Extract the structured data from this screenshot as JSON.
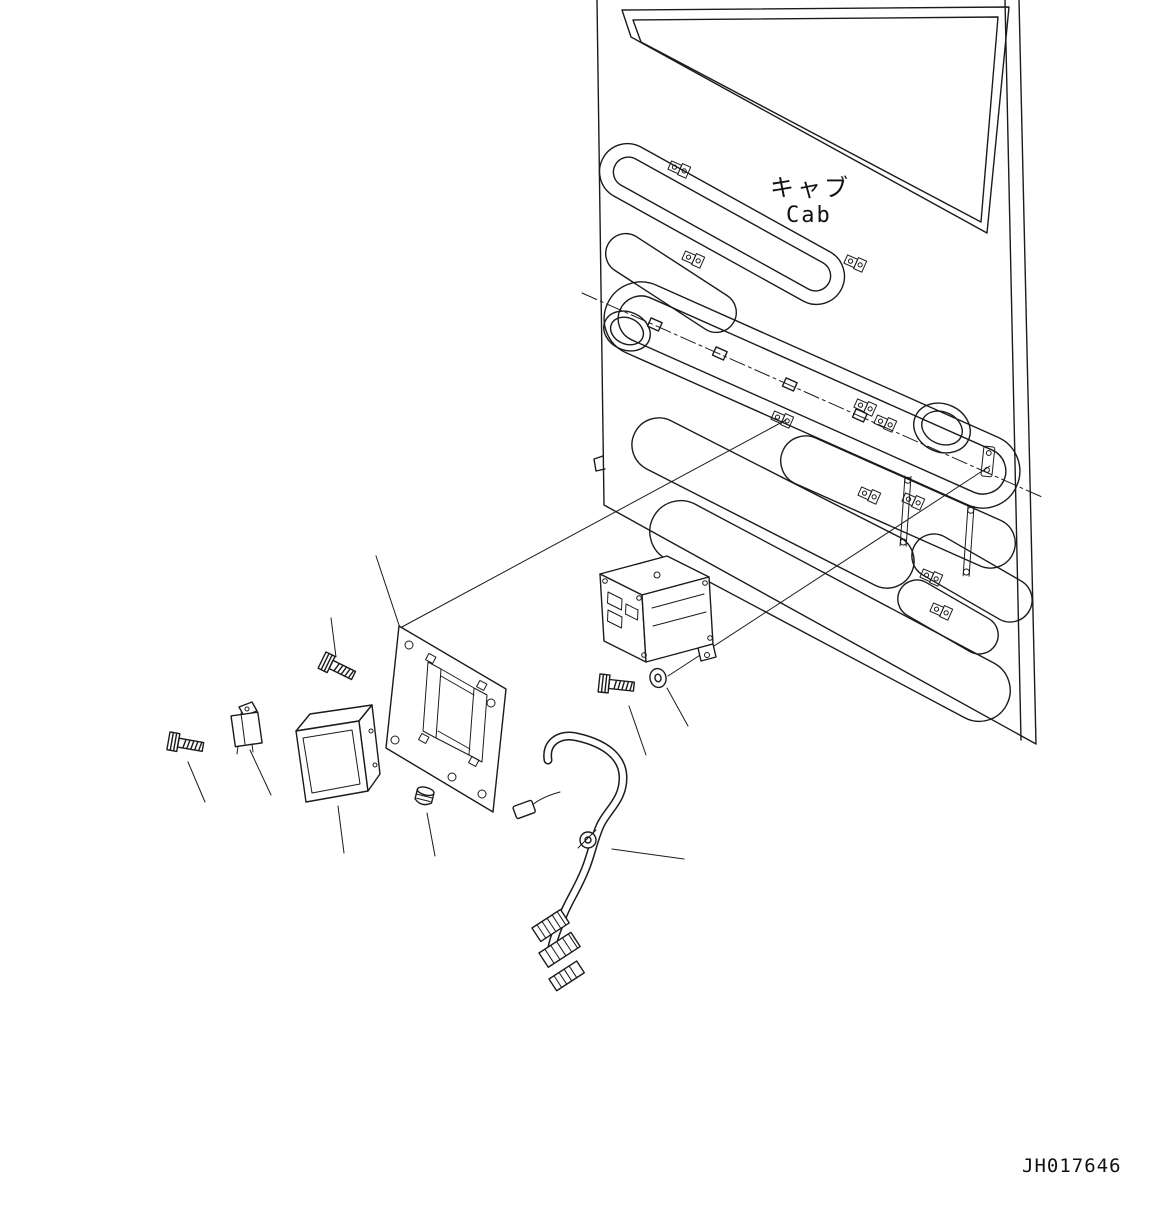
{
  "diagram": {
    "kind": "exploded-parts-diagram",
    "labels": {
      "cab_jp": "キャブ",
      "cab_en": "Cab"
    },
    "drawing_number": "JH017646",
    "colors": {
      "line": "#1b1b1b",
      "background": "#ffffff"
    }
  }
}
